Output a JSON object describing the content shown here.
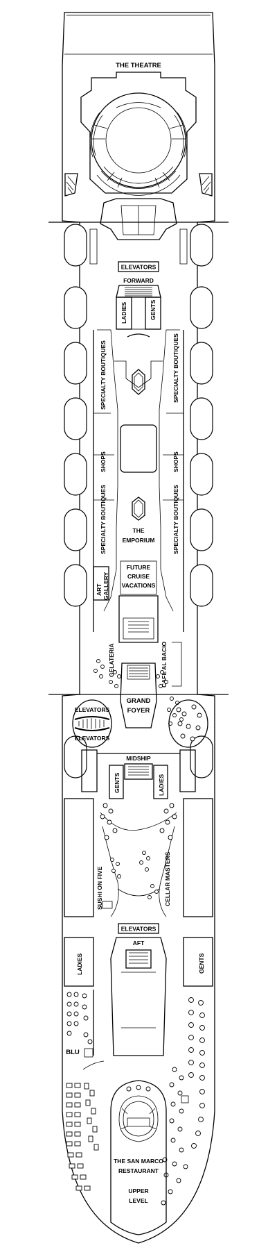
{
  "labels": {
    "theatre": "THE THEATRE",
    "elevators_forward": "ELEVATORS",
    "forward": "FORWARD",
    "ladies_forward": "LADIES",
    "gents_forward": "GENTS",
    "specialty_boutiques_left_1": "SPECIALTY BOUTIQUES",
    "specialty_boutiques_right_1": "SPECIALTY BOUTIQUES",
    "shops_left": "SHOPS",
    "shops_right": "SHOPS",
    "specialty_boutiques_left_2": "SPECIALTY BOUTIQUES",
    "specialty_boutiques_right_2": "SPECIALTY BOUTIQUES",
    "emporium_1": "THE",
    "emporium_2": "EMPORIUM",
    "art_gallery_1": "ART",
    "art_gallery_2": "GALLERY",
    "future_1": "FUTURE",
    "future_2": "CRUISE",
    "future_3": "VACATIONS",
    "gelateria": "GELATERIA",
    "cafe_al_bacio": "CAFÉ AL BACIO",
    "grand_foyer_1": "GRAND",
    "grand_foyer_2": "FOYER",
    "elevators_port_upper": "ELEVATORS",
    "elevators_port_lower": "ELEVATORS",
    "midship": "MIDSHIP",
    "gents_midship": "GENTS",
    "ladies_midship": "LADIES",
    "sushi_on_five": "SUSHI ON FIVE",
    "cellar_masters": "CELLAR MASTERS",
    "elevators_aft": "ELEVATORS",
    "aft": "AFT",
    "ladies_aft": "LADIES",
    "gents_aft": "GENTS",
    "blu": "BLU",
    "san_marco_1": "THE SAN MARCO",
    "san_marco_2": "RESTAURANT",
    "upper_level_1": "UPPER",
    "upper_level_2": "LEVEL"
  }
}
